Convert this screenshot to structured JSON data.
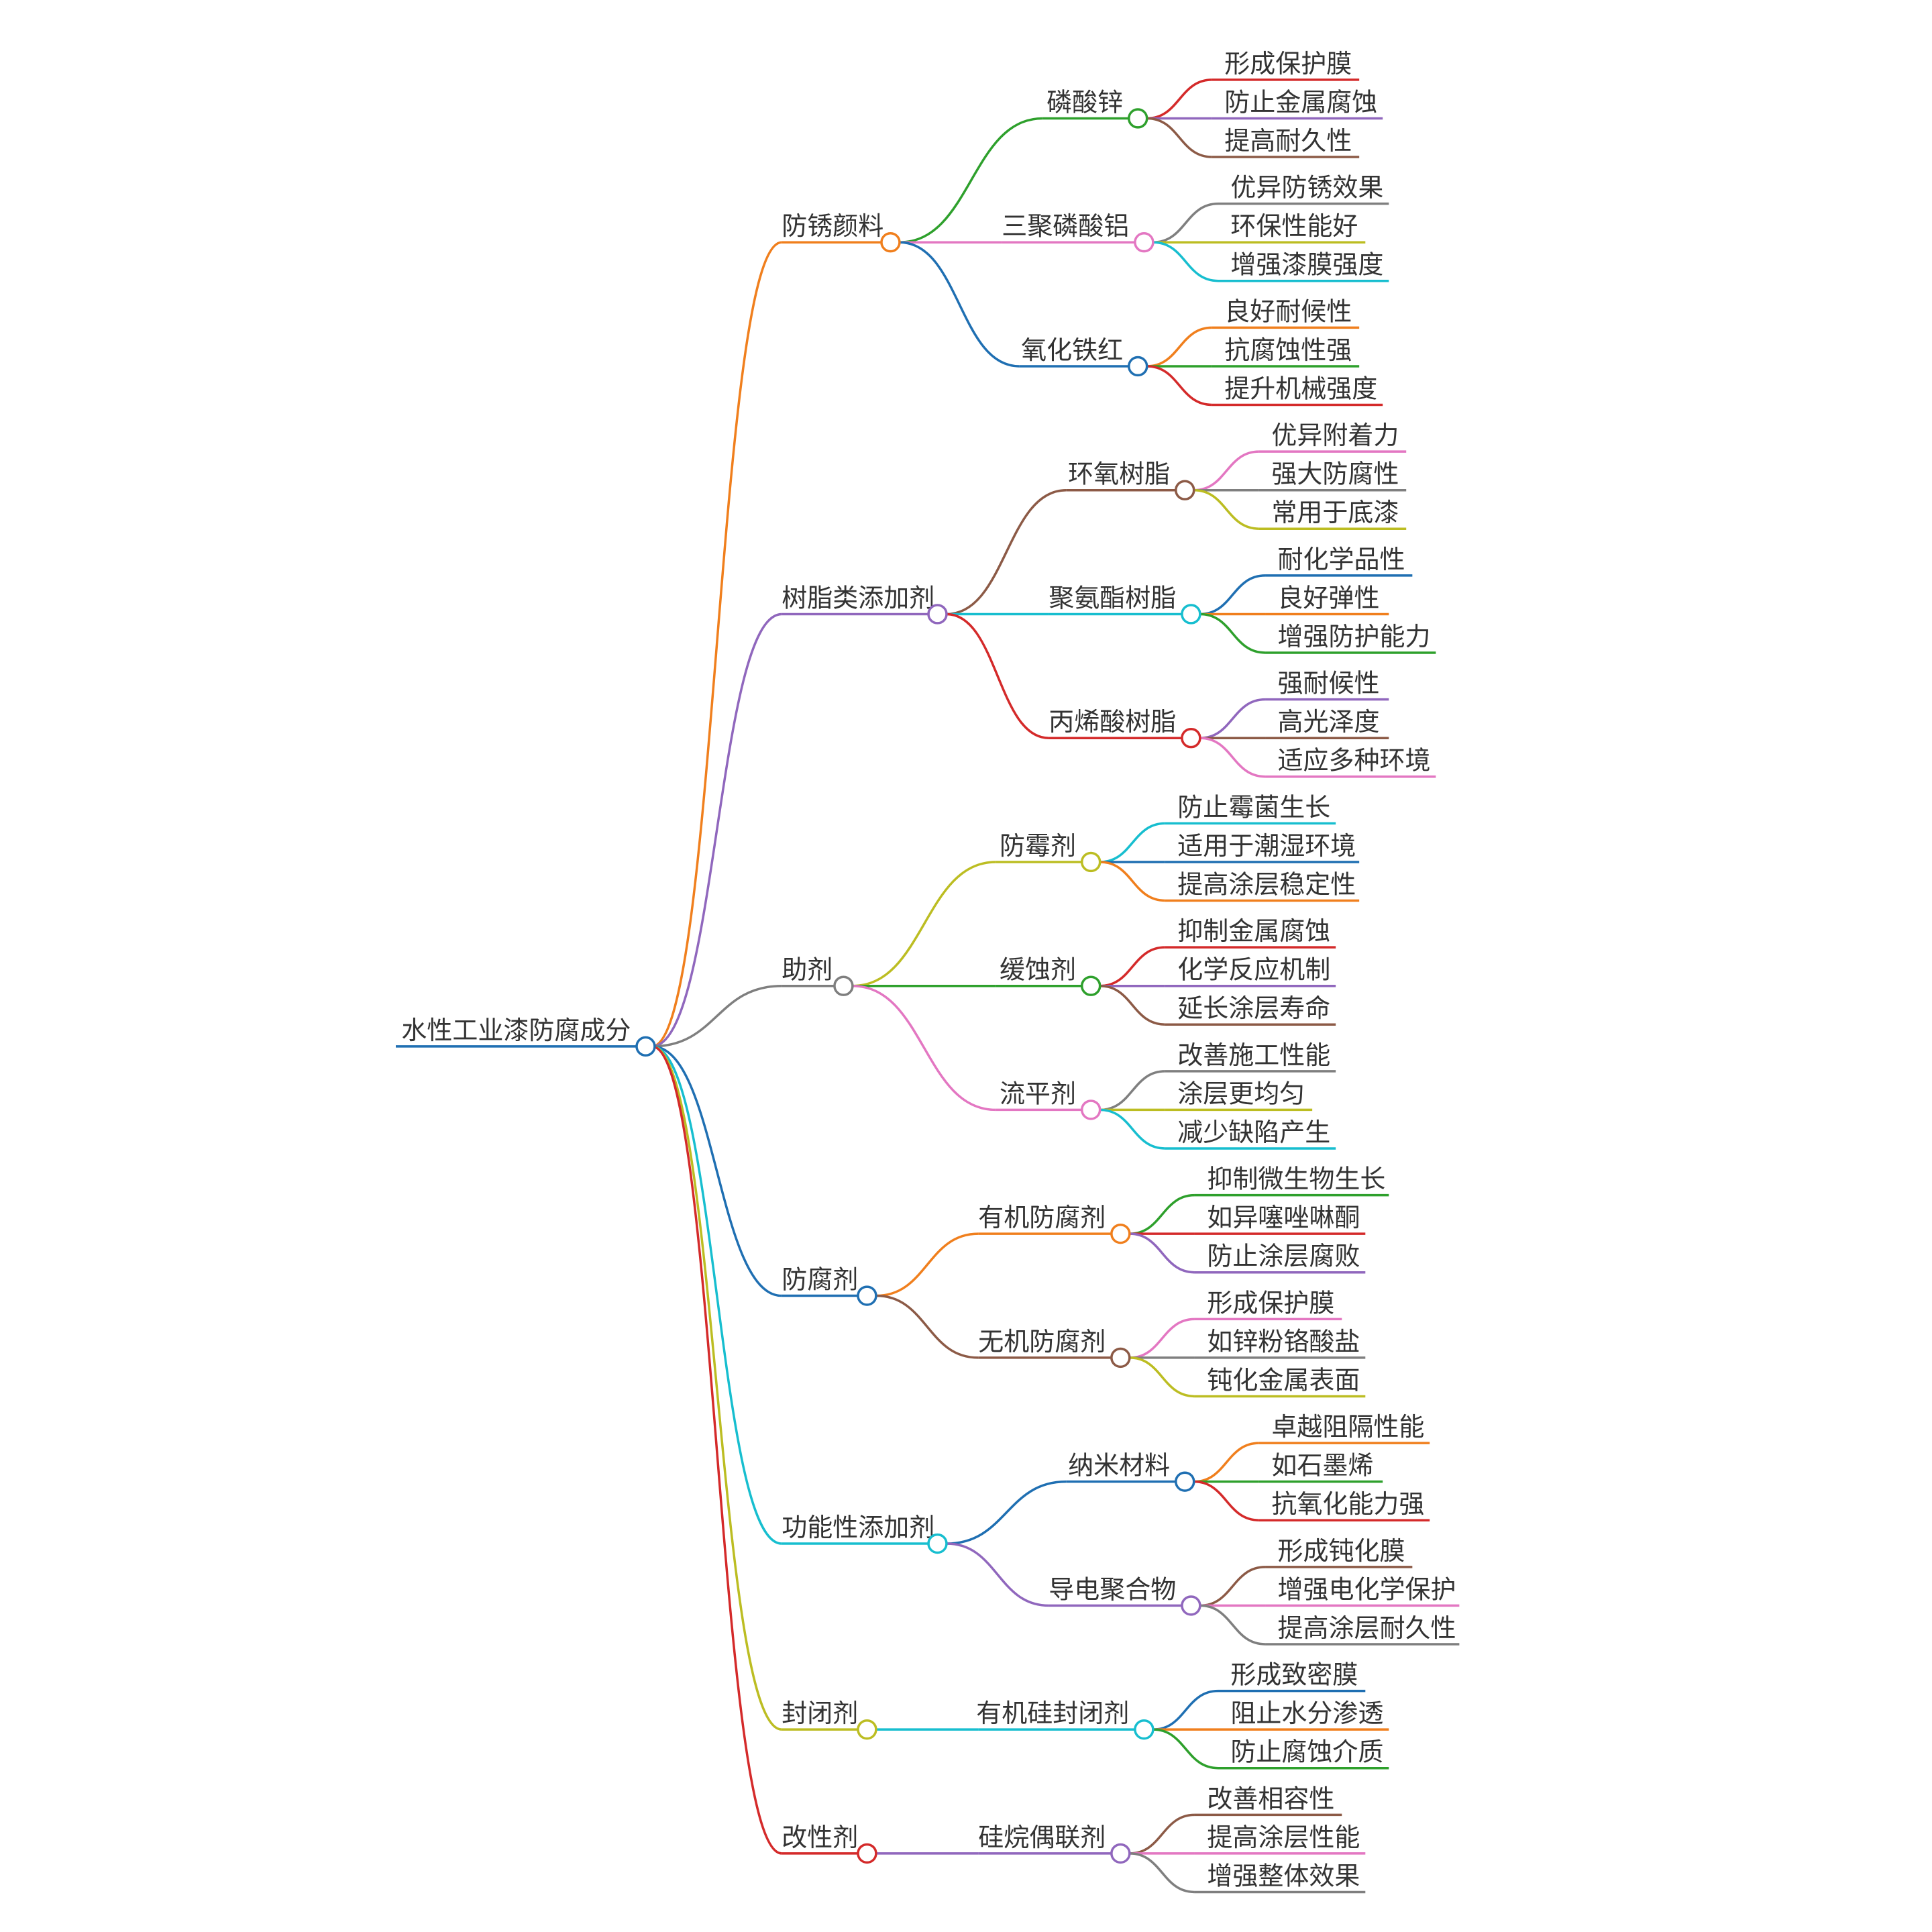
{
  "root": {
    "label": "水性工业漆防腐成分",
    "color": "#1f6fb2",
    "children": [
      {
        "label": "防锈颜料",
        "color": "#f07f1d",
        "children": [
          {
            "label": "磷酸锌",
            "color": "#2ea02c",
            "children": [
              {
                "label": "形成保护膜",
                "color": "#d42a2a"
              },
              {
                "label": "防止金属腐蚀",
                "color": "#9067bd"
              },
              {
                "label": "提高耐久性",
                "color": "#8c5a46"
              }
            ]
          },
          {
            "label": "三聚磷酸铝",
            "color": "#e377c2",
            "children": [
              {
                "label": "优异防锈效果",
                "color": "#7f7f7f"
              },
              {
                "label": "环保性能好",
                "color": "#bcbd22"
              },
              {
                "label": "增强漆膜强度",
                "color": "#17becf"
              }
            ]
          },
          {
            "label": "氧化铁红",
            "color": "#1f6fb2",
            "children": [
              {
                "label": "良好耐候性",
                "color": "#f07f1d"
              },
              {
                "label": "抗腐蚀性强",
                "color": "#2ea02c"
              },
              {
                "label": "提升机械强度",
                "color": "#d42a2a"
              }
            ]
          }
        ]
      },
      {
        "label": "树脂类添加剂",
        "color": "#9067bd",
        "children": [
          {
            "label": "环氧树脂",
            "color": "#8c5a46",
            "children": [
              {
                "label": "优异附着力",
                "color": "#e377c2"
              },
              {
                "label": "强大防腐性",
                "color": "#7f7f7f"
              },
              {
                "label": "常用于底漆",
                "color": "#bcbd22"
              }
            ]
          },
          {
            "label": "聚氨酯树脂",
            "color": "#17becf",
            "children": [
              {
                "label": "耐化学品性",
                "color": "#1f6fb2"
              },
              {
                "label": "良好弹性",
                "color": "#f07f1d"
              },
              {
                "label": "增强防护能力",
                "color": "#2ea02c"
              }
            ]
          },
          {
            "label": "丙烯酸树脂",
            "color": "#d42a2a",
            "children": [
              {
                "label": "强耐候性",
                "color": "#9067bd"
              },
              {
                "label": "高光泽度",
                "color": "#8c5a46"
              },
              {
                "label": "适应多种环境",
                "color": "#e377c2"
              }
            ]
          }
        ]
      },
      {
        "label": "助剂",
        "color": "#7f7f7f",
        "children": [
          {
            "label": "防霉剂",
            "color": "#bcbd22",
            "children": [
              {
                "label": "防止霉菌生长",
                "color": "#17becf"
              },
              {
                "label": "适用于潮湿环境",
                "color": "#1f6fb2"
              },
              {
                "label": "提高涂层稳定性",
                "color": "#f07f1d"
              }
            ]
          },
          {
            "label": "缓蚀剂",
            "color": "#2ea02c",
            "children": [
              {
                "label": "抑制金属腐蚀",
                "color": "#d42a2a"
              },
              {
                "label": "化学反应机制",
                "color": "#9067bd"
              },
              {
                "label": "延长涂层寿命",
                "color": "#8c5a46"
              }
            ]
          },
          {
            "label": "流平剂",
            "color": "#e377c2",
            "children": [
              {
                "label": "改善施工性能",
                "color": "#7f7f7f"
              },
              {
                "label": "涂层更均匀",
                "color": "#bcbd22"
              },
              {
                "label": "减少缺陷产生",
                "color": "#17becf"
              }
            ]
          }
        ]
      },
      {
        "label": "防腐剂",
        "color": "#1f6fb2",
        "children": [
          {
            "label": "有机防腐剂",
            "color": "#f07f1d",
            "children": [
              {
                "label": "抑制微生物生长",
                "color": "#2ea02c"
              },
              {
                "label": "如异噻唑啉酮",
                "color": "#d42a2a"
              },
              {
                "label": "防止涂层腐败",
                "color": "#9067bd"
              }
            ]
          },
          {
            "label": "无机防腐剂",
            "color": "#8c5a46",
            "children": [
              {
                "label": "形成保护膜",
                "color": "#e377c2"
              },
              {
                "label": "如锌粉铬酸盐",
                "color": "#7f7f7f"
              },
              {
                "label": "钝化金属表面",
                "color": "#bcbd22"
              }
            ]
          }
        ]
      },
      {
        "label": "功能性添加剂",
        "color": "#17becf",
        "children": [
          {
            "label": "纳米材料",
            "color": "#1f6fb2",
            "children": [
              {
                "label": "卓越阻隔性能",
                "color": "#f07f1d"
              },
              {
                "label": "如石墨烯",
                "color": "#2ea02c"
              },
              {
                "label": "抗氧化能力强",
                "color": "#d42a2a"
              }
            ]
          },
          {
            "label": "导电聚合物",
            "color": "#9067bd",
            "children": [
              {
                "label": "形成钝化膜",
                "color": "#8c5a46"
              },
              {
                "label": "增强电化学保护",
                "color": "#e377c2"
              },
              {
                "label": "提高涂层耐久性",
                "color": "#7f7f7f"
              }
            ]
          }
        ]
      },
      {
        "label": "封闭剂",
        "color": "#bcbd22",
        "children": [
          {
            "label": "有机硅封闭剂",
            "color": "#17becf",
            "children": [
              {
                "label": "形成致密膜",
                "color": "#1f6fb2"
              },
              {
                "label": "阻止水分渗透",
                "color": "#f07f1d"
              },
              {
                "label": "防止腐蚀介质",
                "color": "#2ea02c"
              }
            ]
          }
        ]
      },
      {
        "label": "改性剂",
        "color": "#d42a2a",
        "children": [
          {
            "label": "硅烷偶联剂",
            "color": "#9067bd",
            "children": [
              {
                "label": "改善相容性",
                "color": "#8c5a46"
              },
              {
                "label": "提高涂层性能",
                "color": "#e377c2"
              },
              {
                "label": "增强整体效果",
                "color": "#7f7f7f"
              }
            ]
          }
        ]
      }
    ]
  }
}
